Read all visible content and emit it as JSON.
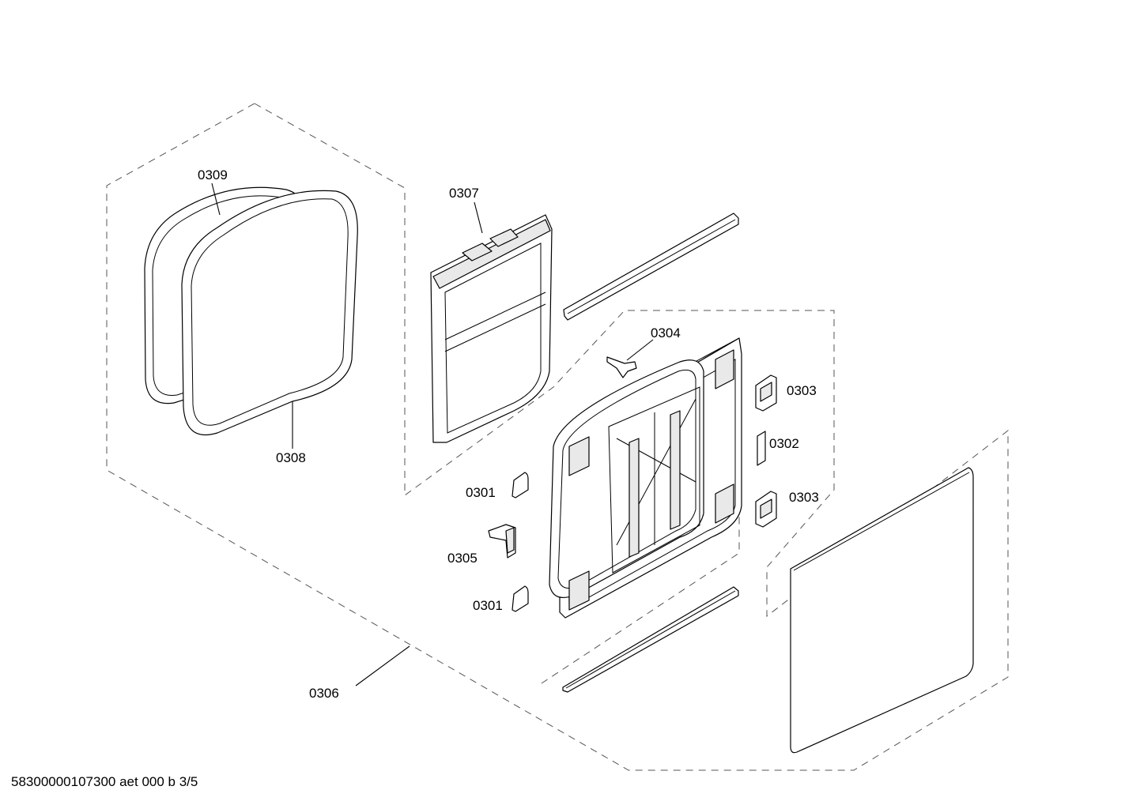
{
  "drawing_id": "58300000107300 aet 000 b 3/5",
  "callouts": {
    "c0309": "0309",
    "c0308": "0308",
    "c0307": "0307",
    "c0304": "0304",
    "c0303a": "0303",
    "c0302": "0302",
    "c0303b": "0303",
    "c0301a": "0301",
    "c0305": "0305",
    "c0301b": "0301",
    "c0306": "0306"
  },
  "colors": {
    "line": "#000000",
    "dash": "#555555",
    "part_fill": "#ffffff",
    "part_shade": "#e9e9e9"
  }
}
